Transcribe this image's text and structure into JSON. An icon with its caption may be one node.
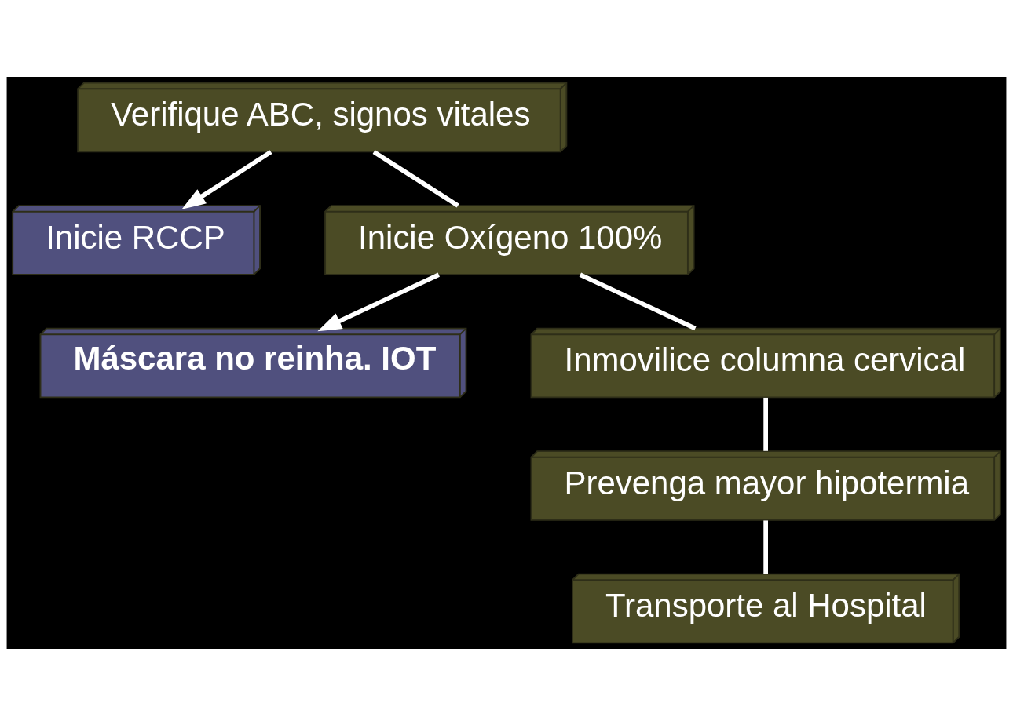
{
  "diagram": {
    "nodes": [
      {
        "text": [
          "Verifique ABC, signos vitales"
        ]
      },
      {
        "text": [
          "Inicie RCCP"
        ]
      },
      {
        "text": [
          "Inicie Oxígeno 100%"
        ]
      },
      {
        "text": [
          "Máscara no reinha. IOT"
        ]
      },
      {
        "text": [
          "Inmovilice columna cervical"
        ]
      },
      {
        "text": [
          "Prevenga mayor hipotermia"
        ]
      },
      {
        "text": [
          "Transporte al Hospital"
        ]
      }
    ],
    "edges": [
      {
        "from": 0,
        "to": 2,
        "arrow": "none"
      },
      {
        "from": 0,
        "to": 1,
        "arrow": "to"
      },
      {
        "from": 2,
        "to": 4,
        "arrow": "none"
      },
      {
        "from": 2,
        "to": 3,
        "arrow": "to"
      },
      {
        "from": 4,
        "to": 5,
        "arrow": "none"
      },
      {
        "from": 5,
        "to": 6,
        "arrow": "none"
      }
    ]
  }
}
